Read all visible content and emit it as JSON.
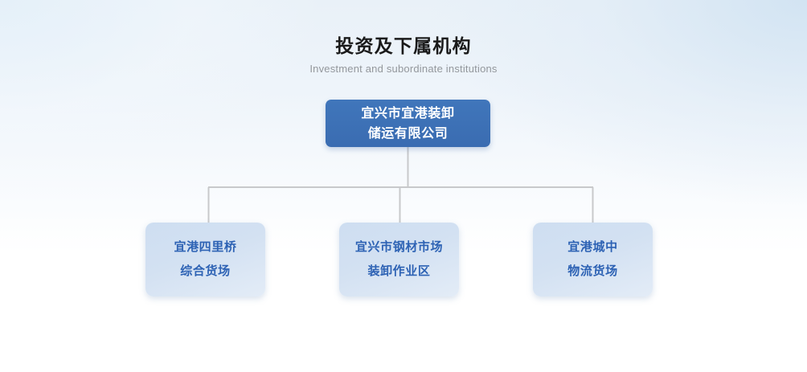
{
  "header": {
    "title": "投资及下属机构",
    "subtitle": "Investment and subordinate institutions"
  },
  "colors": {
    "root_node_fill": "#3c70b8",
    "child_node_fill": "#d0dff1",
    "child_node_text": "#2d62b4",
    "root_node_text": "#ffffff",
    "connector_line": "#c8c9cb",
    "title_text": "#1a1a1a",
    "subtitle_text": "#93979c",
    "background_top": "#e7eff7",
    "background_bottom": "#ffffff"
  },
  "chart_data": {
    "type": "diagram",
    "diagram_type": "org-chart",
    "title": "投资及下属机构",
    "subtitle": "Investment and subordinate institutions",
    "orientation": "top-down",
    "levels": 2,
    "root": {
      "id": "root",
      "lines": [
        "宜兴市宜港装卸",
        "储运有限公司"
      ],
      "full_name": "宜兴市宜港装卸储运有限公司"
    },
    "children": [
      {
        "id": "child-1",
        "lines": [
          "宜港四里桥",
          "综合货场"
        ],
        "full_name": "宜港四里桥综合货场"
      },
      {
        "id": "child-2",
        "lines": [
          "宜兴市钢材市场",
          "装卸作业区"
        ],
        "full_name": "宜兴市钢材市场装卸作业区"
      },
      {
        "id": "child-3",
        "lines": [
          "宜港城中",
          "物流货场"
        ],
        "full_name": "宜港城中物流货场"
      }
    ],
    "edges": [
      {
        "from": "root",
        "to": "child-1"
      },
      {
        "from": "root",
        "to": "child-2"
      },
      {
        "from": "root",
        "to": "child-3"
      }
    ]
  }
}
